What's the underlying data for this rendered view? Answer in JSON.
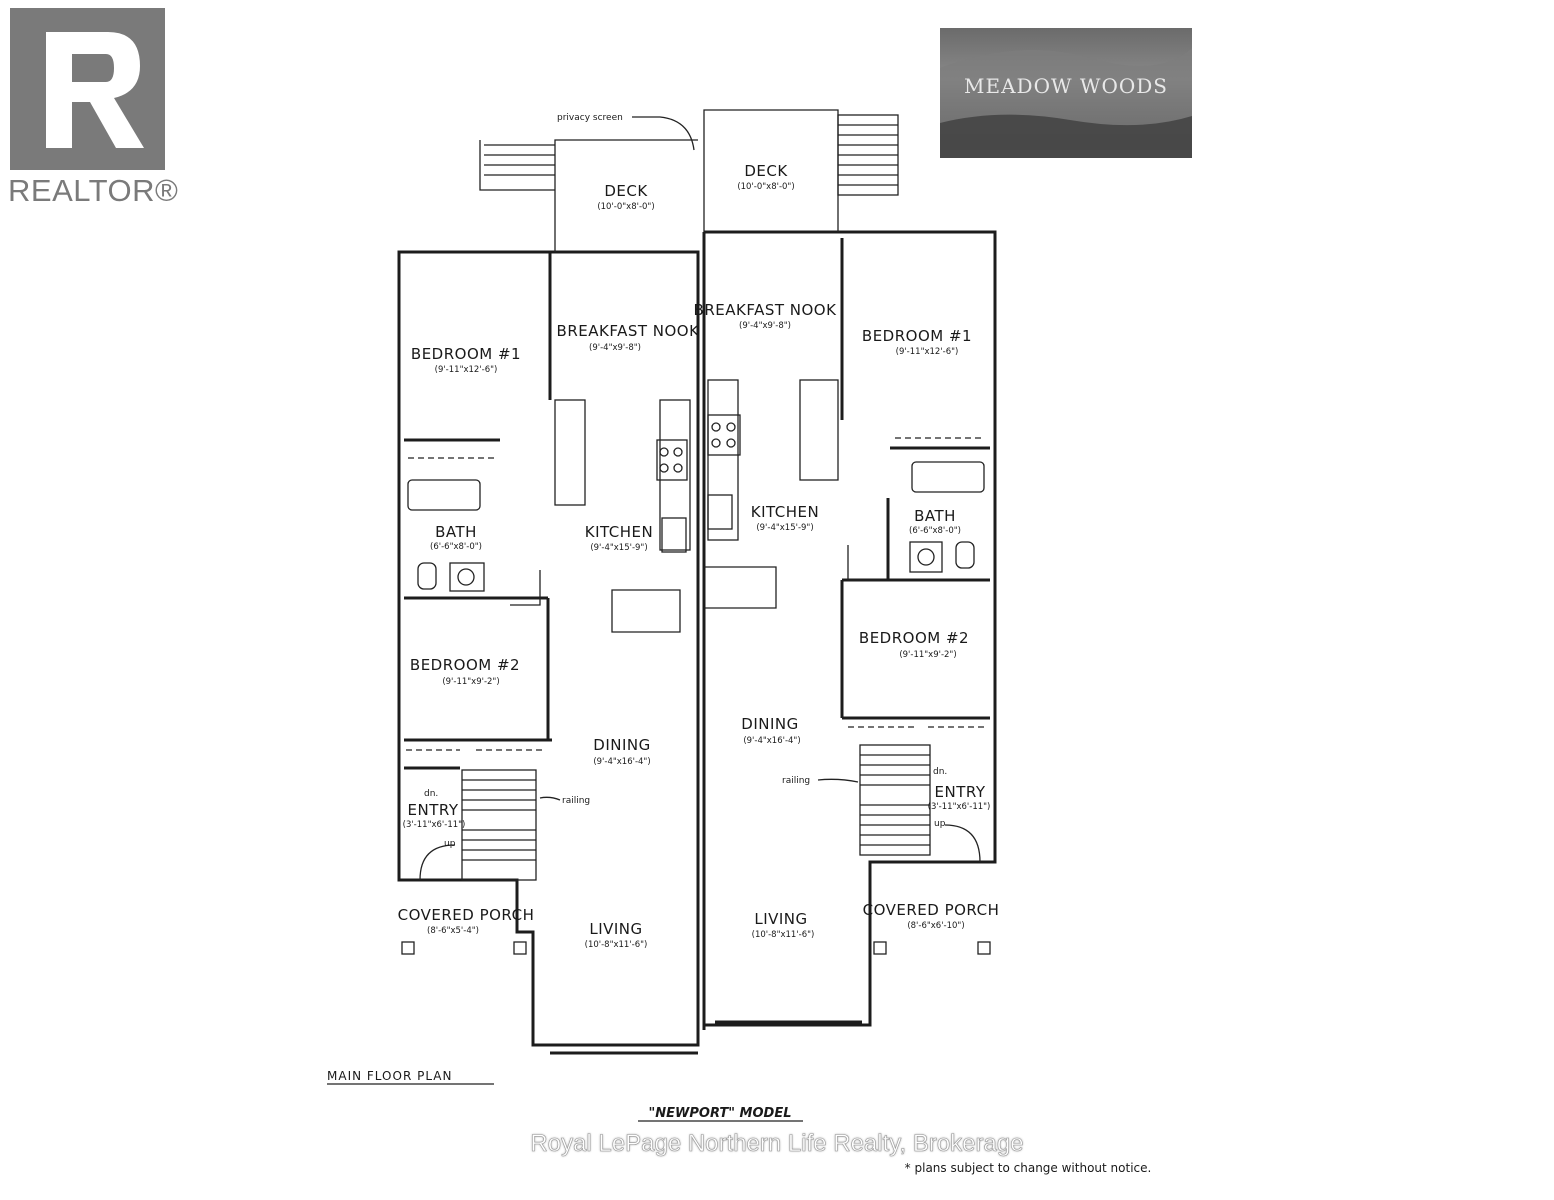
{
  "branding": {
    "realtor_label": "REALTOR®",
    "logo_text": "MEADOW WOODS",
    "watermark": "Royal LePage Northern Life Realty, Brokerage"
  },
  "labels": {
    "plan_title": "MAIN FLOOR PLAN",
    "model_name": "\"NEWPORT\" MODEL",
    "disclaimer": "* plans subject to change without notice.",
    "privacy_screen": "privacy screen",
    "railing": "railing",
    "dn": "dn.",
    "up": "up"
  },
  "units": {
    "left": {
      "deck": {
        "name": "DECK",
        "dim": "(10'-0\"x8'-0\")"
      },
      "nook": {
        "name": "BREAKFAST NOOK",
        "dim": "(9'-4\"x9'-8\")"
      },
      "bed1": {
        "name": "BEDROOM #1",
        "dim": "(9'-11\"x12'-6\")"
      },
      "bath": {
        "name": "BATH",
        "dim": "(6'-6\"x8'-0\")"
      },
      "kitchen": {
        "name": "KITCHEN",
        "dim": "(9'-4\"x15'-9\")"
      },
      "bed2": {
        "name": "BEDROOM #2",
        "dim": "(9'-11\"x9'-2\")"
      },
      "dining": {
        "name": "DINING",
        "dim": "(9'-4\"x16'-4\")"
      },
      "entry": {
        "name": "ENTRY",
        "dim": "(3'-11\"x6'-11\")"
      },
      "porch": {
        "name": "COVERED PORCH",
        "dim": "(8'-6\"x5'-4\")"
      },
      "living": {
        "name": "LIVING",
        "dim": "(10'-8\"x11'-6\")"
      }
    },
    "right": {
      "deck": {
        "name": "DECK",
        "dim": "(10'-0\"x8'-0\")"
      },
      "nook": {
        "name": "BREAKFAST NOOK",
        "dim": "(9'-4\"x9'-8\")"
      },
      "bed1": {
        "name": "BEDROOM #1",
        "dim": "(9'-11\"x12'-6\")"
      },
      "kitchen": {
        "name": "KITCHEN",
        "dim": "(9'-4\"x15'-9\")"
      },
      "bath": {
        "name": "BATH",
        "dim": "(6'-6\"x8'-0\")"
      },
      "bed2": {
        "name": "BEDROOM #2",
        "dim": "(9'-11\"x9'-2\")"
      },
      "dining": {
        "name": "DINING",
        "dim": "(9'-4\"x16'-4\")"
      },
      "entry": {
        "name": "ENTRY",
        "dim": "(3'-11\"x6'-11\")"
      },
      "porch": {
        "name": "COVERED PORCH",
        "dim": "(8'-6\"x6'-10\")"
      },
      "living": {
        "name": "LIVING",
        "dim": "(10'-8\"x11'-6\")"
      }
    }
  }
}
